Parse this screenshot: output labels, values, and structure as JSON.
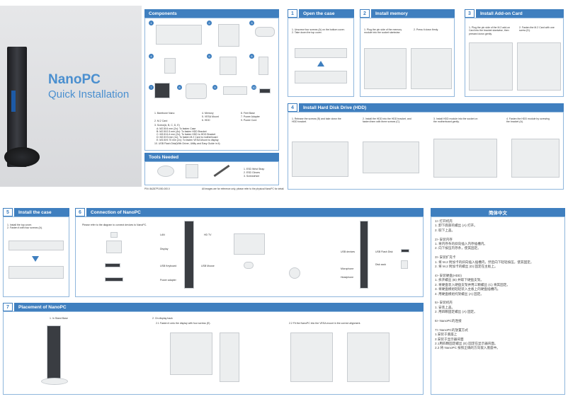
{
  "cover": {
    "brand": "NanoPC",
    "subtitle": "Quick Installation"
  },
  "components": {
    "title": "Components",
    "items_col1": [
      "1. Barebone Nano",
      "2. M.2 Card",
      "3. Screw(A, B, C, D, E)"
    ],
    "screws": [
      "A: M2.5X4 mm (2x): To fasten Case",
      "B: M2.5X2.5 mm (4x): To fasten HDD Bracket",
      "C: M3.5X4.4 mm (2x): To fasten HDD to HDD Bracket",
      "D: M2.5X3 mm (1x): To fasten M.2 Card to motherboard",
      "E: M3.5X9.70 mm (2x): To fasten VESA Mount to display"
    ],
    "items_col2": [
      "4. Memory",
      "5. VESA Mount",
      "6. HDD"
    ],
    "items_col3": [
      "8. Feet Base",
      "7. Power Adapter",
      "9. Power Cord"
    ],
    "usb_line": "10. USB Flash Disk(With Driver, Utility and Easy Guide in it)",
    "markers": [
      "1",
      "2",
      "3",
      "4",
      "5",
      "6",
      "7",
      "8",
      "9",
      "10"
    ]
  },
  "tools": {
    "title": "Tools Needed",
    "items": [
      "1. ESD Wrist Strap",
      "2. ESD Gloves",
      "3. Screwdriver"
    ]
  },
  "footer": {
    "part_no": "P/N: 8A287P1000-000.0",
    "note": "All images are for reference only, please refer to the physical NanoPC for detail."
  },
  "steps": [
    {
      "num": "1",
      "title": "Open the case",
      "text1": "1. Unscrew four screws (A) on the bottom cover.\n2. Take down the top cover.",
      "text2": ""
    },
    {
      "num": "2",
      "title": "Install memory",
      "text1": "1. Plug the pin side of the memory\nmodule into the socket slantwise.",
      "text2": "2. Press it down firmly."
    },
    {
      "num": "3",
      "title": "Install Add-on Card",
      "text1": "1. Plug the pin side of the M.2 add-on\nCard into the bracket slantwise, then\npressed down gently.",
      "text2": "2. Fasten the M.2 Card with one\nscrew (D)."
    },
    {
      "num": "4",
      "title": "Install Hard Disk Drive (HDD)",
      "text1": "1. Release the screws (B) and take down the\nHDD bracket.",
      "text2": "2. Install the HDD into the HDD bracket, and\nfasten them with three screws (C).",
      "text3": "3. Install HDD module into the socket on\nthe motherboard gently.",
      "text4": "4. Fasten the HDD module by screwing\nthe bracket (A)."
    },
    {
      "num": "5",
      "title": "Install the case",
      "text1": "1. Install the top cover.\n2. Fasten it with four screws (A)."
    },
    {
      "num": "6",
      "title": "Connection of NanoPC",
      "intro": "Please refer to the diagram to connect devices to NanoPC.",
      "labels": [
        "LAN",
        "Display",
        "USB Keyboard",
        "USB Mouse",
        "Power adapter",
        "HD TV",
        "USB devices",
        "USB Flash Disk",
        "Microphone",
        "Headphone",
        "Disk sack"
      ]
    },
    {
      "num": "7",
      "title": "Placement of NanoPC",
      "sub1": "1. In Stand Base",
      "sub2": "2. On display back",
      "sub2_1": "2.1 Fasten it onto the display with four screws (E).",
      "sub2_2": "2.2 Fit the NanoPC into the VESA mount in the correct alignment."
    }
  ],
  "chinese": {
    "title": "简体中文",
    "lines": [
      "1> 打开机壳",
      "1. 卸下底部的螺丝 (A) 打开。",
      "2. 取下上盖。",
      "",
      "2> 安装内存",
      "1. 将内存条的斜向插入内存插槽内。",
      "2. 向下按压内存条，使其固定。",
      "",
      "3> 安装扩充卡",
      "1. 将 M.2 附加卡的斜向插入插槽内，然后向下轻轻按压，使其固定。",
      "2. 将 M.2 附加卡的螺丝 (D) 固定在主板上。",
      "",
      "4> 安装硬盘(HDD)",
      "1. 拆开螺丝 (B) 并取下硬盘支架。",
      "2. 将硬盘装入硬盘支架并用三颗螺丝 (C) 将其固定。",
      "3. 将硬盘模组轻轻装入主板上的硬盘插槽内。",
      "4. 用硬盘模组托架螺丝 (A) 固定。",
      "",
      "5> 安装机壳",
      "1. 安装上盖。",
      "2. 用四颗固定螺丝 (A) 固定。",
      "",
      "6> NanoPC的连接",
      "",
      "7> NanoPC的放置方式",
      "1.安装于底座上",
      "2.安装于显示器背面",
      "   2.1用四颗固定螺丝 (E) 固定在显示器背面。",
      "   2.2 将 NanoPC 按照正确的方向嵌入底座中。"
    ]
  },
  "colors": {
    "accent": "#3f7fbf",
    "brand": "#4a8fcf"
  }
}
